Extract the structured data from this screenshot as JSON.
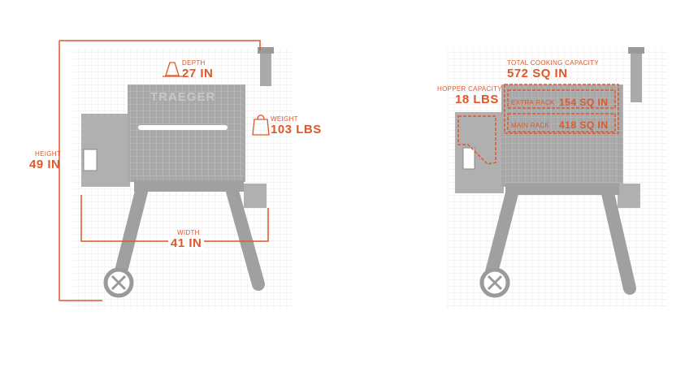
{
  "colors": {
    "accent": "#e0572a",
    "grill": "#9a9a9a",
    "grid": "#d8d8d8"
  },
  "icons": {
    "depth": "traffic-cone-icon",
    "weight": "weight-bag-icon"
  },
  "left": {
    "brand": "TRAEGER",
    "depth": {
      "label": "DEPTH",
      "value": "27 IN"
    },
    "weight": {
      "label": "WEIGHT",
      "value": "103 LBS"
    },
    "height": {
      "label": "HEIGHT",
      "value": "49 IN"
    },
    "width": {
      "label": "WIDTH",
      "value": "41 IN"
    }
  },
  "right": {
    "total": {
      "label": "TOTAL COOKING CAPACITY",
      "value": "572 SQ IN"
    },
    "hopper": {
      "label": "HOPPER CAPACITY",
      "value": "18 LBS"
    },
    "extra_rack": {
      "label": "EXTRA RACK",
      "value": "154 SQ IN"
    },
    "main_rack": {
      "label": "MAIN RACK",
      "value": "418 SQ IN"
    }
  }
}
